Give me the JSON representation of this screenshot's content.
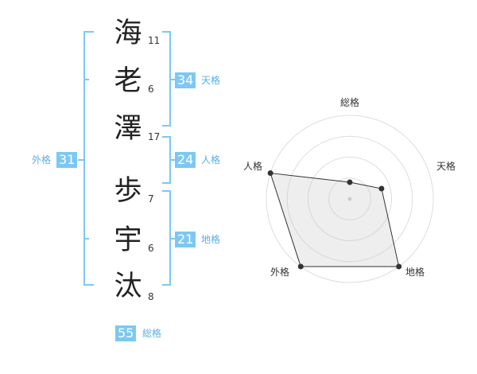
{
  "name": {
    "characters": [
      {
        "char": "海",
        "strokes": "11"
      },
      {
        "char": "老",
        "strokes": "6"
      },
      {
        "char": "澤",
        "strokes": "17"
      },
      {
        "char": "歩",
        "strokes": "7"
      },
      {
        "char": "宇",
        "strokes": "6"
      },
      {
        "char": "汰",
        "strokes": "8"
      }
    ]
  },
  "fortune": {
    "tenkaku": {
      "label": "天格",
      "value": "34"
    },
    "jinkaku": {
      "label": "人格",
      "value": "24"
    },
    "chikaku": {
      "label": "地格",
      "value": "21"
    },
    "gaikaku": {
      "label": "外格",
      "value": "31"
    },
    "soukaku": {
      "label": "総格",
      "value": "55"
    }
  },
  "colors": {
    "accent": "#7cc8f2",
    "label": "#5aaee6",
    "bracket": "#7cc8f2"
  },
  "chart_data": {
    "type": "radar",
    "axes": [
      "総格",
      "天格",
      "地格",
      "外格",
      "人格"
    ],
    "values": [
      0.2,
      0.4,
      1.0,
      1.0,
      1.0
    ],
    "rings": 4
  }
}
